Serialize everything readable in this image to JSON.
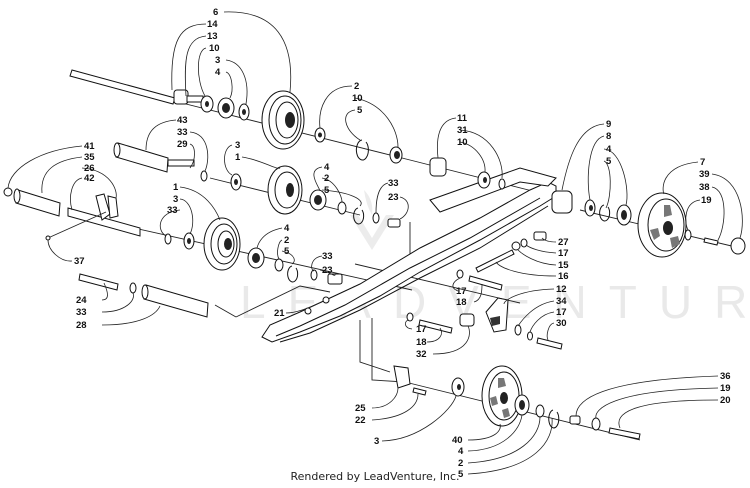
{
  "footer": {
    "text": "Rendered by LeadVenture, Inc."
  },
  "watermark": {
    "text": "LEADVENTURE",
    "color": "#e6e6e6"
  },
  "colors": {
    "ink": "#111111",
    "background": "#ffffff"
  },
  "callouts": [
    {
      "id": "c6",
      "text": "6"
    },
    {
      "id": "c14",
      "text": "14"
    },
    {
      "id": "c13",
      "text": "13"
    },
    {
      "id": "c10a",
      "text": "10"
    },
    {
      "id": "c3a",
      "text": "3"
    },
    {
      "id": "c4a",
      "text": "4"
    },
    {
      "id": "c2a",
      "text": "2"
    },
    {
      "id": "c10b",
      "text": "10"
    },
    {
      "id": "c5a",
      "text": "5"
    },
    {
      "id": "c11",
      "text": "11"
    },
    {
      "id": "c31",
      "text": "31"
    },
    {
      "id": "c10c",
      "text": "10"
    },
    {
      "id": "c43",
      "text": "43"
    },
    {
      "id": "c33a",
      "text": "33"
    },
    {
      "id": "c29",
      "text": "29"
    },
    {
      "id": "c3b",
      "text": "3"
    },
    {
      "id": "c1a",
      "text": "1"
    },
    {
      "id": "c41",
      "text": "41"
    },
    {
      "id": "c35",
      "text": "35"
    },
    {
      "id": "c26",
      "text": "26"
    },
    {
      "id": "c42",
      "text": "42"
    },
    {
      "id": "c1b",
      "text": "1"
    },
    {
      "id": "c3c",
      "text": "3"
    },
    {
      "id": "c33b",
      "text": "33"
    },
    {
      "id": "c4b",
      "text": "4"
    },
    {
      "id": "c2b",
      "text": "2"
    },
    {
      "id": "c5b",
      "text": "5"
    },
    {
      "id": "c33c",
      "text": "33"
    },
    {
      "id": "c23a",
      "text": "23"
    },
    {
      "id": "c4c",
      "text": "4"
    },
    {
      "id": "c2c",
      "text": "2"
    },
    {
      "id": "c5c",
      "text": "5"
    },
    {
      "id": "c33d",
      "text": "33"
    },
    {
      "id": "c23b",
      "text": "23"
    },
    {
      "id": "c37",
      "text": "37"
    },
    {
      "id": "c24",
      "text": "24"
    },
    {
      "id": "c33e",
      "text": "33"
    },
    {
      "id": "c28",
      "text": "28"
    },
    {
      "id": "c21",
      "text": "21"
    },
    {
      "id": "c9",
      "text": "9"
    },
    {
      "id": "c8",
      "text": "8"
    },
    {
      "id": "c4d",
      "text": "4"
    },
    {
      "id": "c5d",
      "text": "5"
    },
    {
      "id": "c7",
      "text": "7"
    },
    {
      "id": "c39",
      "text": "39"
    },
    {
      "id": "c38",
      "text": "38"
    },
    {
      "id": "c19a",
      "text": "19"
    },
    {
      "id": "c27",
      "text": "27"
    },
    {
      "id": "c17a",
      "text": "17"
    },
    {
      "id": "c15",
      "text": "15"
    },
    {
      "id": "c16",
      "text": "16"
    },
    {
      "id": "c17b",
      "text": "17"
    },
    {
      "id": "c18a",
      "text": "18"
    },
    {
      "id": "c12",
      "text": "12"
    },
    {
      "id": "c34",
      "text": "34"
    },
    {
      "id": "c17c",
      "text": "17"
    },
    {
      "id": "c30",
      "text": "30"
    },
    {
      "id": "c17d",
      "text": "17"
    },
    {
      "id": "c18b",
      "text": "18"
    },
    {
      "id": "c32",
      "text": "32"
    },
    {
      "id": "c25",
      "text": "25"
    },
    {
      "id": "c22",
      "text": "22"
    },
    {
      "id": "c3d",
      "text": "3"
    },
    {
      "id": "c40",
      "text": "40"
    },
    {
      "id": "c4e",
      "text": "4"
    },
    {
      "id": "c2d",
      "text": "2"
    },
    {
      "id": "c5e",
      "text": "5"
    },
    {
      "id": "c36",
      "text": "36"
    },
    {
      "id": "c19b",
      "text": "19"
    },
    {
      "id": "c20",
      "text": "20"
    }
  ]
}
